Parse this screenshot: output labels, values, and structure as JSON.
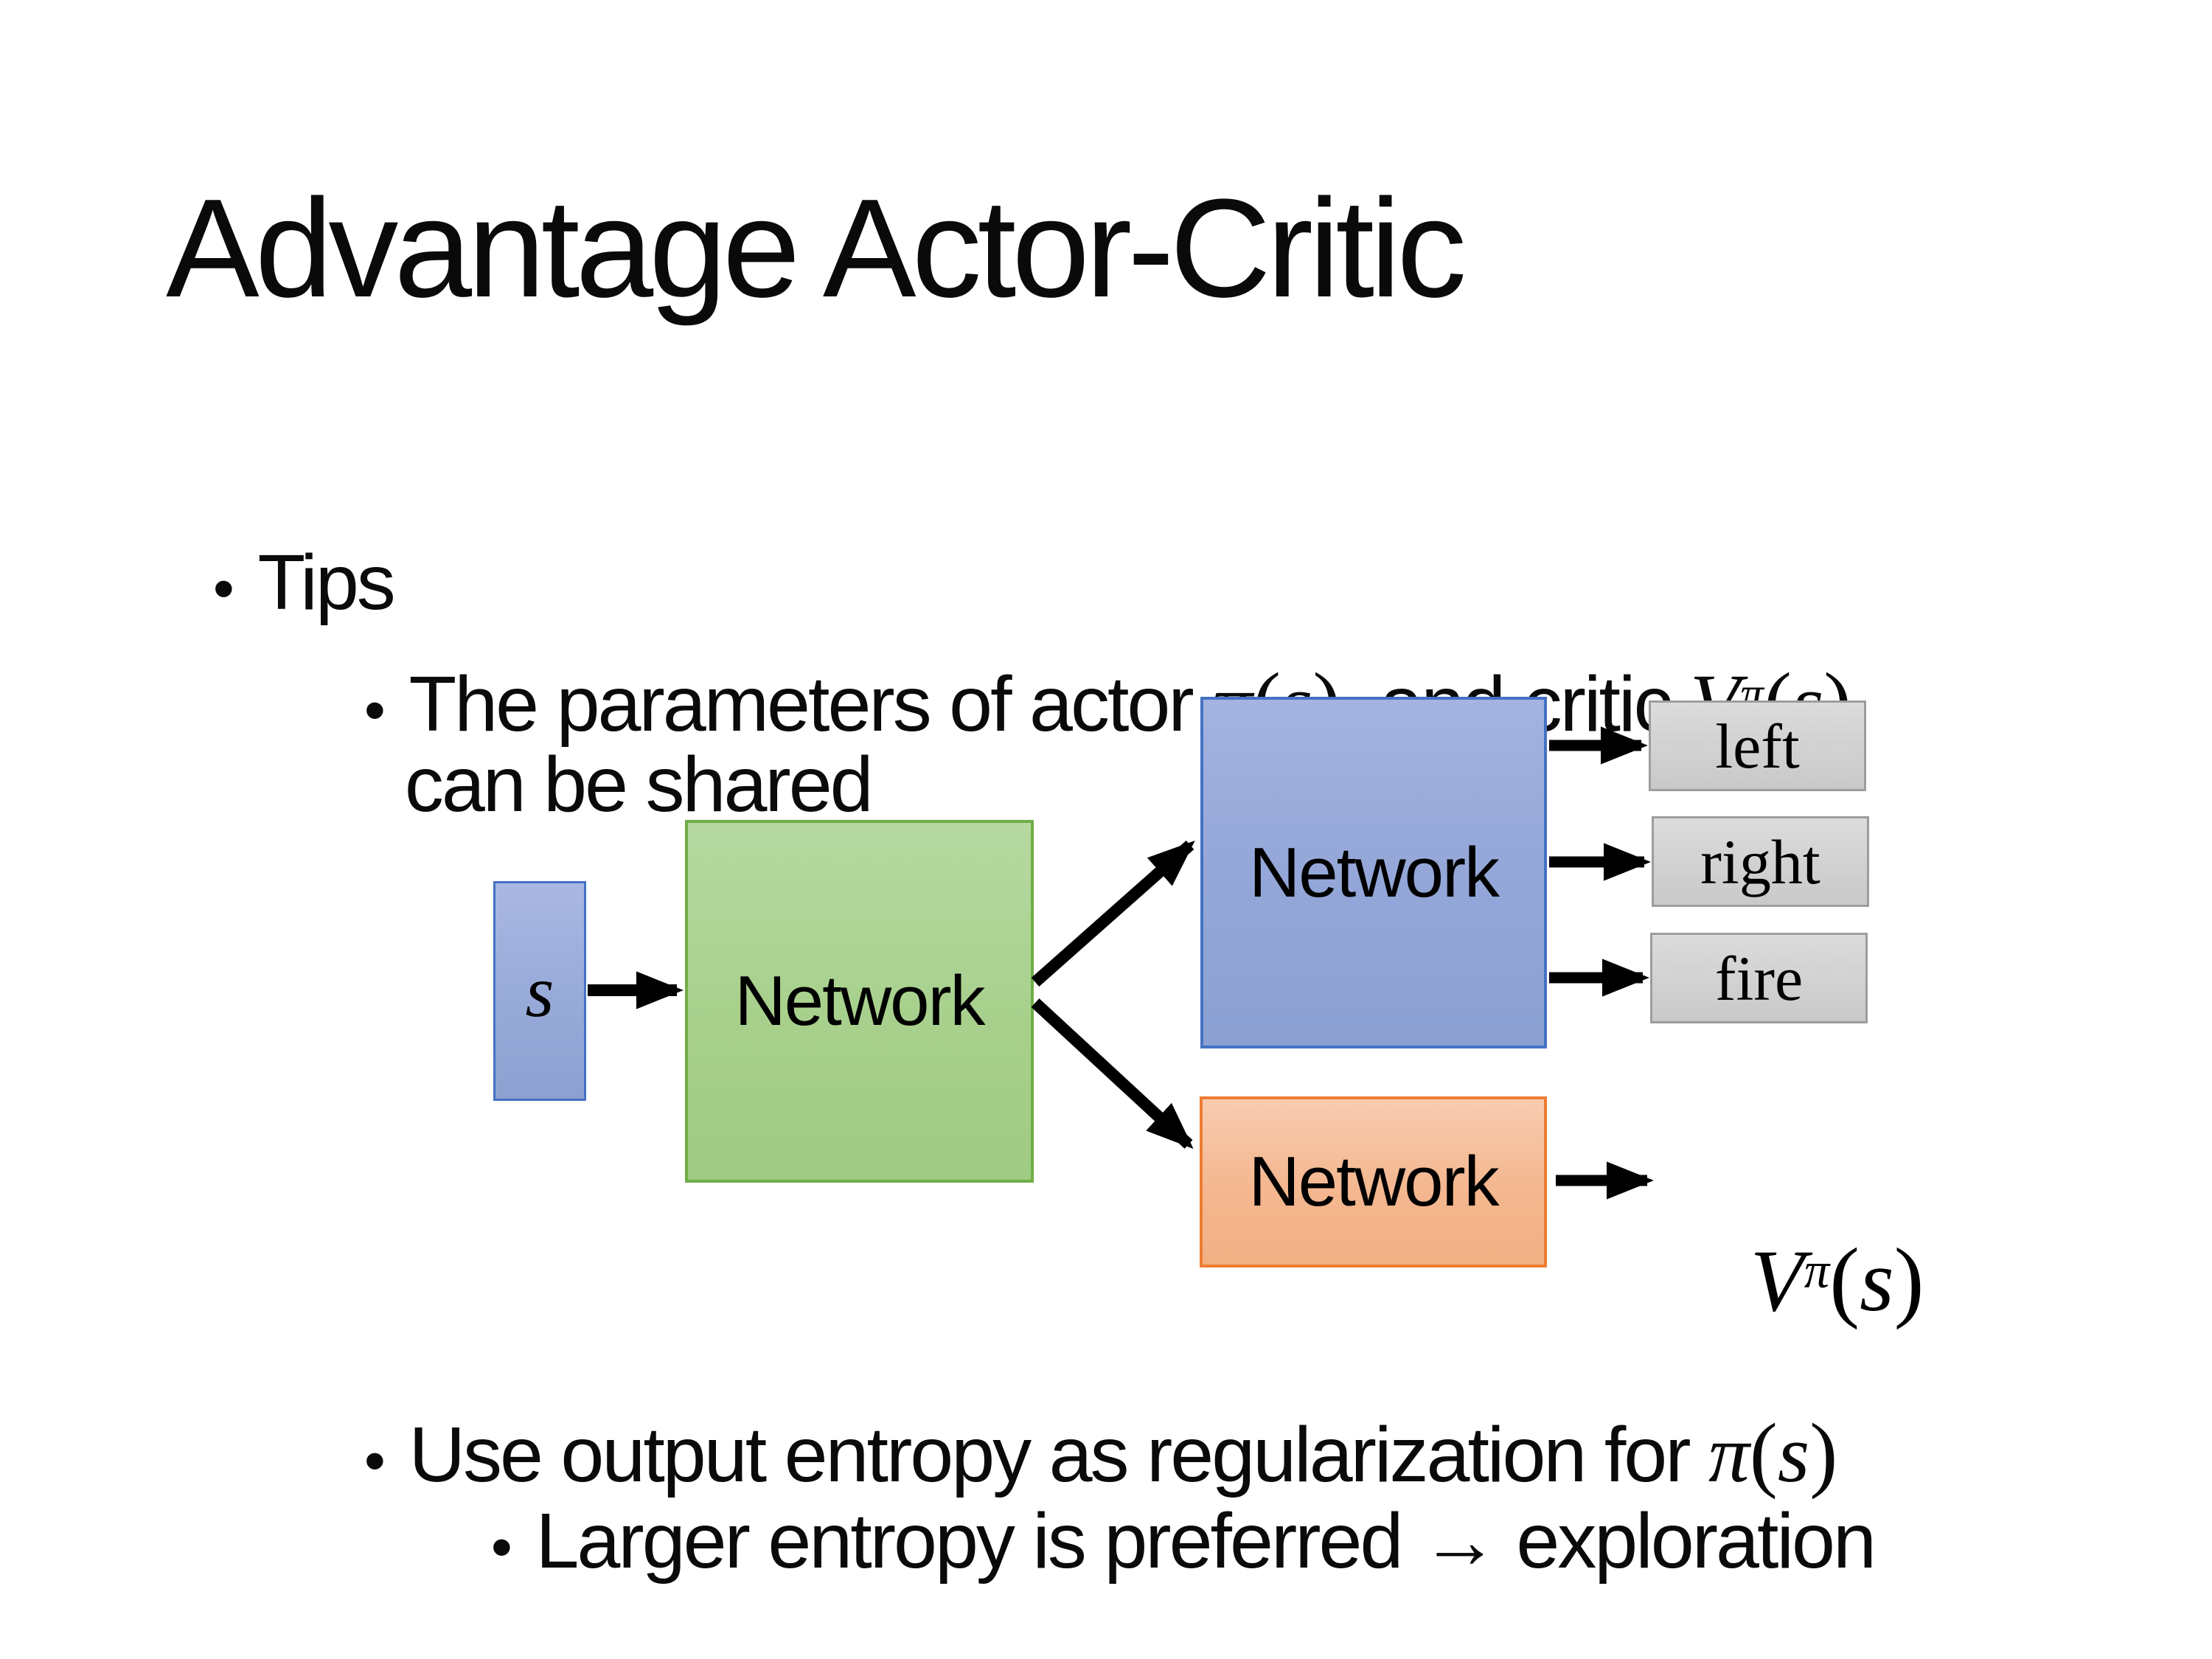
{
  "title": "Advantage Actor-Critic",
  "bullet_char": "•",
  "tips": {
    "label": "Tips"
  },
  "param_bullet": {
    "before": "The parameters of actor ",
    "middle": "  and critic ",
    "continuation": "can be shared"
  },
  "entropy_bullet": {
    "before": "Use output entropy as regularization for "
  },
  "exploration_bullet": {
    "text": "Larger entropy is preferred → exploration"
  },
  "math": {
    "pi": "π",
    "s": "s",
    "V": "V",
    "lparen": "(",
    "rparen": ")"
  },
  "diagram": {
    "shared_network_label": "Network",
    "actor_network_label": "Network",
    "critic_network_label": "Network",
    "actions": [
      "left",
      "right",
      "fire"
    ],
    "colors": {
      "state_fill": "#97aad8",
      "state_border": "#4472c4",
      "shared_fill": "#a9d18e",
      "shared_border": "#70ad47",
      "actor_fill": "#94a7d8",
      "actor_border": "#4472c4",
      "critic_fill": "#f4b78f",
      "critic_border": "#ed7d31",
      "action_fill": "#d2d2d2",
      "action_border": "#9d9d9d",
      "arrow": "#000000"
    }
  }
}
